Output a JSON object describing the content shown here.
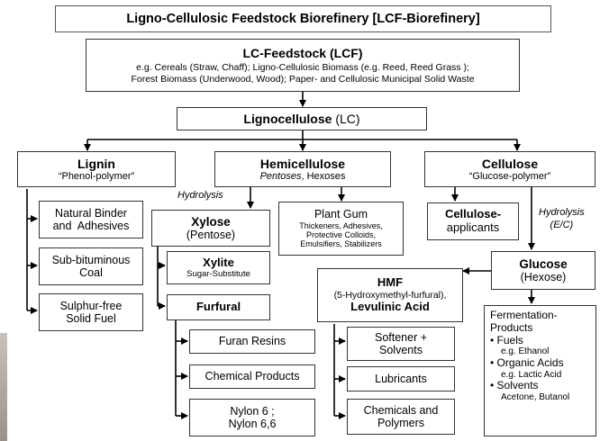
{
  "title": "Ligno-Cellulosic Feedstock Biorefinery  [LCF-Biorefinery]",
  "feedstock": {
    "heading": "LC-Feedstock (LCF)",
    "line1": "e.g. Cereals (Straw, Chaff); Ligno-Cellulosic Biomass (e.g. Reed, Reed Grass );",
    "line2": "Forest Biomass (Underwood, Wood); Paper- and Cellulosic Municipal Solid Waste"
  },
  "lignocellulose": {
    "bold": "Lignocellulose",
    "rest": " (LC)"
  },
  "lignin": {
    "heading": "Lignin",
    "sub": "“Phenol-polymer”"
  },
  "hemicellulose": {
    "heading": "Hemicellulose",
    "sub_italic": "Pentoses",
    "sub_rest": ", Hexoses"
  },
  "cellulose": {
    "heading": "Cellulose",
    "sub": "“Glucose-polymer”"
  },
  "lignin_products": [
    {
      "l1": "Natural Binder",
      "l2": "and  Adhesives"
    },
    {
      "l1": "Sub-bituminous",
      "l2": "Coal"
    },
    {
      "l1": "Sulphur-free",
      "l2": "Solid Fuel"
    }
  ],
  "hydrolysis_left": "Hydrolysis",
  "xylose": {
    "heading": "Xylose",
    "sub": "(Pentose)"
  },
  "xylite": {
    "heading": "Xylite",
    "sub": "Sugar-Substitute"
  },
  "furfural": "Furfural",
  "furfural_products": [
    {
      "l1": "Furan Resins",
      "l2": ""
    },
    {
      "l1": "Chemical Products",
      "l2": ""
    },
    {
      "l1": "Nylon 6 ;",
      "l2": "Nylon 6,6"
    }
  ],
  "plant_gum": {
    "heading": "Plant Gum",
    "lines": [
      "Thickeners, Adhesives,",
      "Protective Colloids,",
      "Emulsifiers, Stabilizers"
    ]
  },
  "hmf": {
    "heading": "HMF",
    "line": "(5-Hydroxymethyl-furfural),",
    "heading2": "Levulinic Acid"
  },
  "hmf_products": [
    {
      "l1": "Softener +",
      "l2": "Solvents"
    },
    {
      "l1": "Lubricants",
      "l2": ""
    },
    {
      "l1": "Chemicals and",
      "l2": "Polymers"
    }
  ],
  "cellulose_applicants": {
    "l1": "Cellulose-",
    "l2": "applicants"
  },
  "hydrolysis_right": {
    "l1": "Hydrolysis",
    "l2": "(E/C)"
  },
  "glucose": {
    "heading": "Glucose",
    "sub": "(Hexose)"
  },
  "fermentation": {
    "title1": "Fermentation-",
    "title2": "Products",
    "items": [
      {
        "name": "• Fuels",
        "example": "e.g. Ethanol"
      },
      {
        "name": "• Organic Acids",
        "example": "e.g. Lactic Acid"
      },
      {
        "name": "• Solvents",
        "example": "Acetone, Butanol"
      }
    ]
  }
}
